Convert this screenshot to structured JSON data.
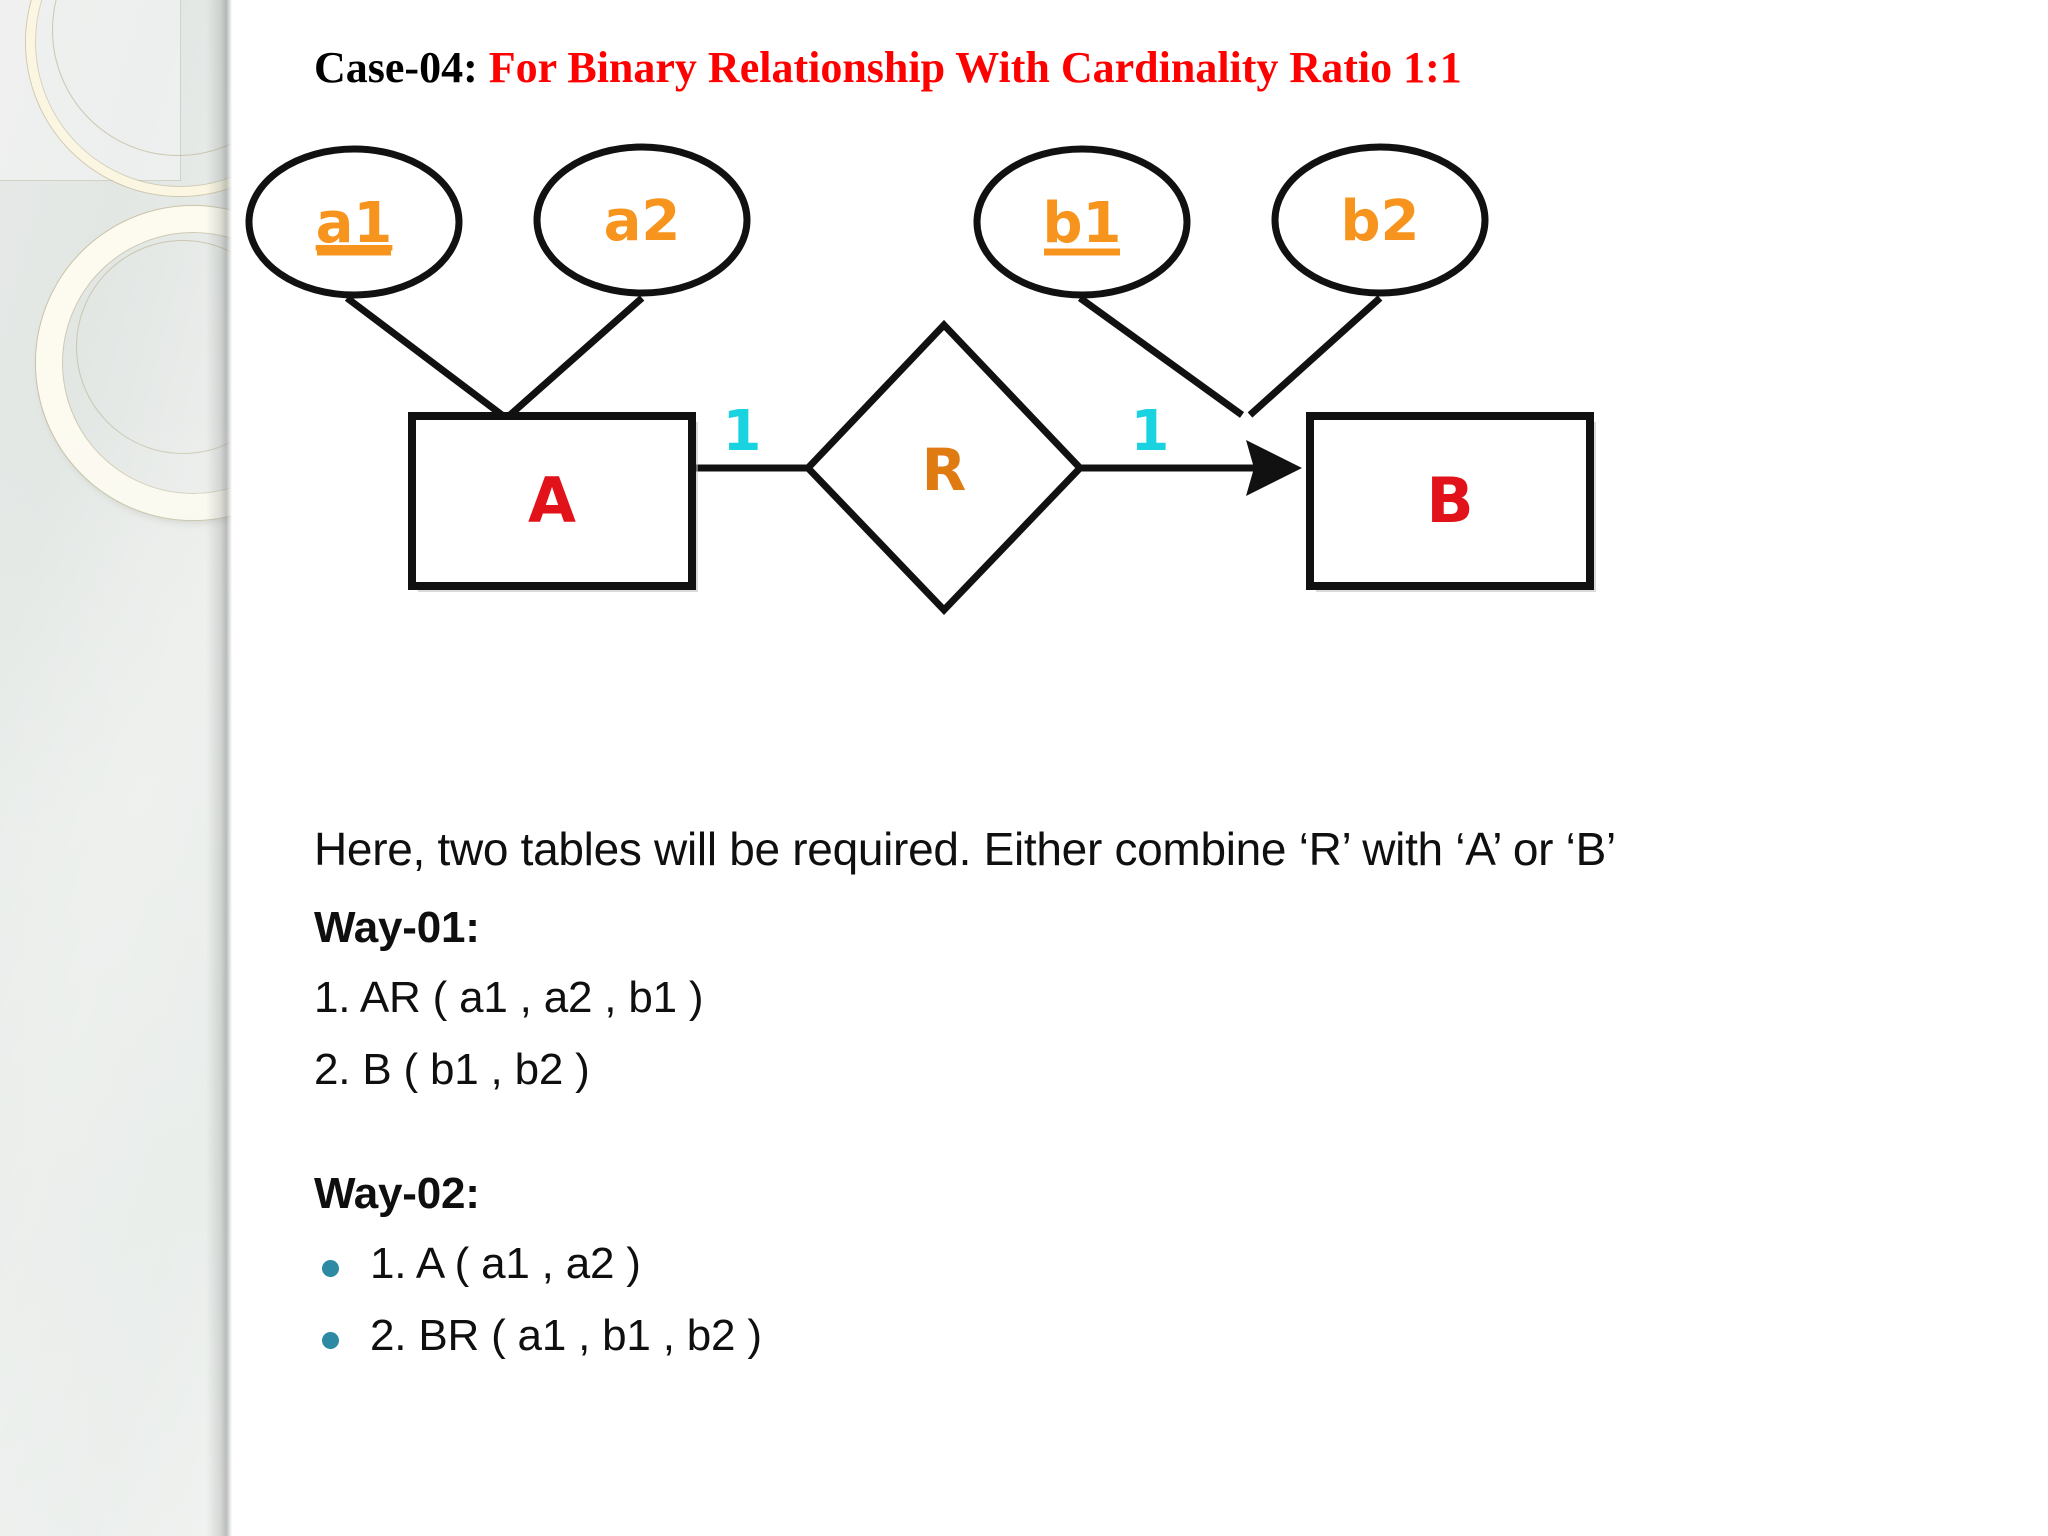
{
  "slide": {
    "title": {
      "prefix": "Case-04:",
      "rest": "For Binary Relationship With Cardinality Ratio 1:1"
    }
  },
  "colors": {
    "title_prefix": "#000000",
    "title_rest": "#ff0000",
    "attribute_text": "#f7941e",
    "relationship_text": "#e07b12",
    "entity_text": "#e1121a",
    "cardinality_text": "#19d3e0",
    "bullet": "#2e8aa3",
    "shape_stroke": "#111111",
    "sidebar_ring": "#fbf6e2"
  },
  "diagram": {
    "type": "er-diagram",
    "attributes": [
      {
        "id": "a1",
        "label": "a1",
        "key": true,
        "color": "#f7941e",
        "owner": "A"
      },
      {
        "id": "a2",
        "label": "a2",
        "key": false,
        "color": "#f7941e",
        "owner": "A"
      },
      {
        "id": "b1",
        "label": "b1",
        "key": true,
        "color": "#f7941e",
        "owner": "B"
      },
      {
        "id": "b2",
        "label": "b2",
        "key": false,
        "color": "#f7941e",
        "owner": "B"
      }
    ],
    "entities": [
      {
        "id": "A",
        "label": "A",
        "color": "#e1121a"
      },
      {
        "id": "B",
        "label": "B",
        "color": "#e1121a"
      }
    ],
    "relationship": {
      "id": "R",
      "label": "R",
      "color": "#e07b12"
    },
    "cardinalities": [
      {
        "side": "left",
        "label": "1",
        "color": "#19d3e0",
        "arrow": "to-A"
      },
      {
        "side": "right",
        "label": "1",
        "color": "#19d3e0",
        "arrow": "to-B"
      }
    ],
    "ratio": "1:1"
  },
  "body": {
    "intro": "Here, two tables will be required. Either combine ‘R’ with ‘A’ or ‘B’",
    "way01": {
      "heading": "Way-01:",
      "items": [
        "1. AR ( a1 , a2 , b1 )",
        "2. B ( b1 , b2 )"
      ]
    },
    "way02": {
      "heading": "Way-02:",
      "items": [
        "1. A ( a1 , a2 )",
        "2. BR ( a1 , b1 , b2 )"
      ]
    }
  }
}
